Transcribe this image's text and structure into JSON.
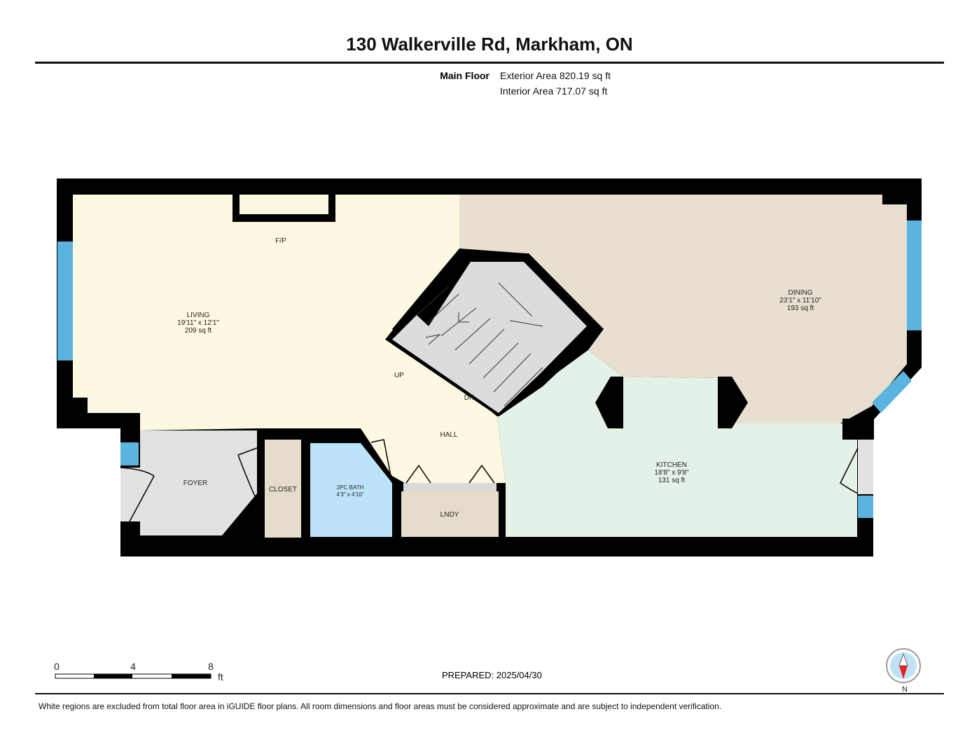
{
  "header": {
    "title": "130 Walkerville Rd, Markham, ON",
    "floor_name": "Main Floor",
    "exterior_area": "Exterior Area 820.19 sq ft",
    "interior_area": "Interior Area 717.07 sq ft"
  },
  "rooms": {
    "living": {
      "name": "LIVING",
      "dims": "19'11\" x 12'1\"",
      "area": "209 sq ft"
    },
    "dining": {
      "name": "DINING",
      "dims": "23'1\" x 11'10\"",
      "area": "193 sq ft"
    },
    "kitchen": {
      "name": "KITCHEN",
      "dims": "18'8\" x 9'8\"",
      "area": "131 sq ft"
    },
    "bath": {
      "name": "2PC BATH",
      "dims": "4'3\" x 4'10\""
    },
    "foyer": "FOYER",
    "closet": "CLOSET",
    "laundry": "LNDY",
    "hall": "HALL",
    "fireplace": "F/P",
    "up": "UP",
    "down": "DN"
  },
  "scale": {
    "ticks": [
      "0",
      "4",
      "8"
    ],
    "unit": "ft"
  },
  "prepared": "PREPARED: 2025/04/30",
  "compass": {
    "label": "N"
  },
  "footer": "White regions are excluded from total floor area in iGUIDE floor plans. All room dimensions and floor areas must be considered approximate and are subject to independent verification.",
  "colors": {
    "living": "#fdf8e1",
    "dining": "#e8dfd0",
    "kitchen": "#e3f1e6",
    "foyer": "#e2e2e2",
    "closet": "#e6dccb",
    "bath": "#bde3fa",
    "window": "#5bb3e0",
    "wall": "#000000"
  }
}
